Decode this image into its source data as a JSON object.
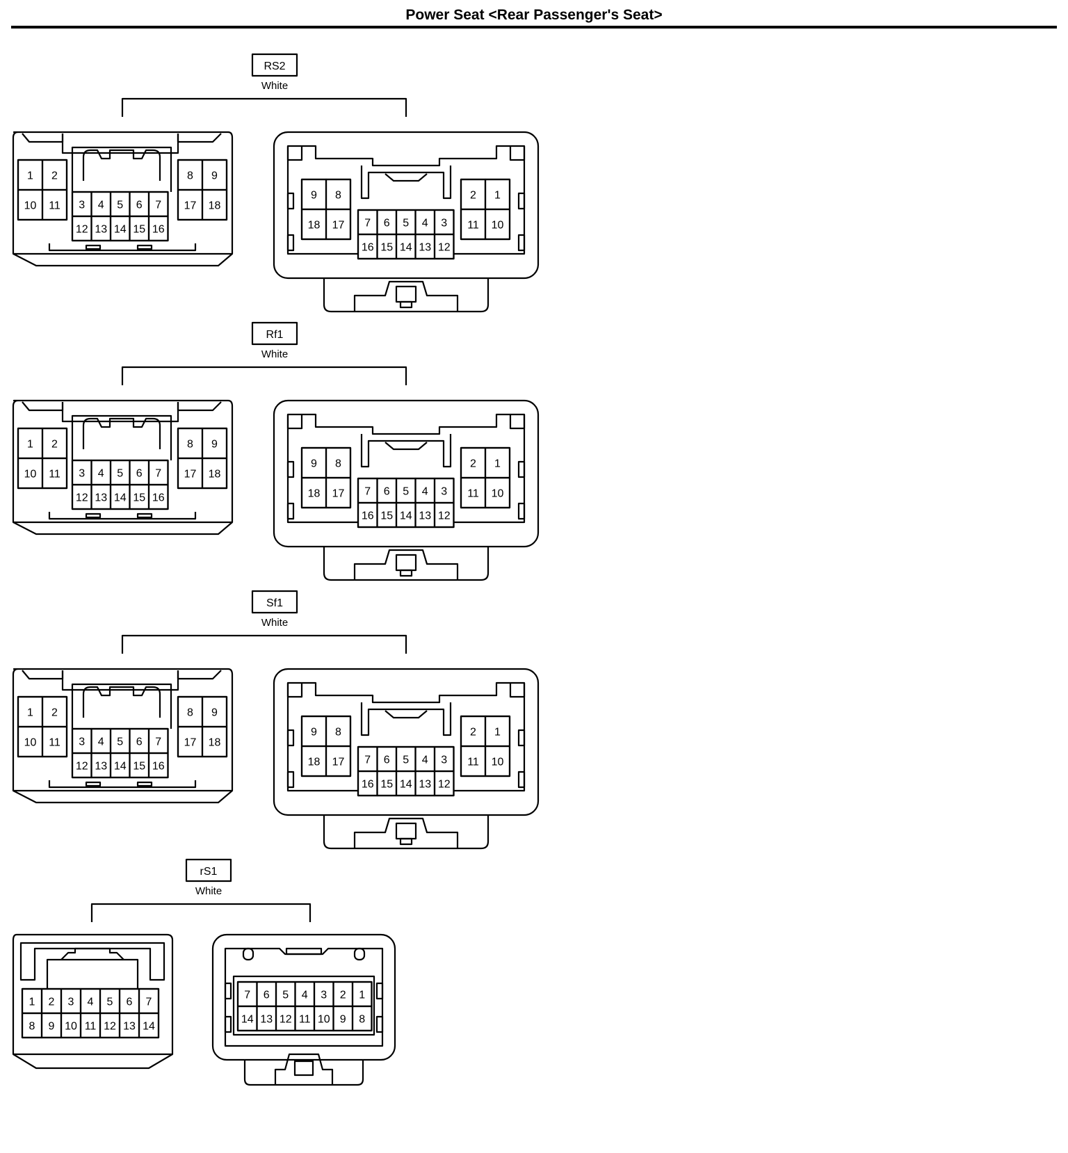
{
  "title": "Power Seat <Rear Passenger's Seat>",
  "connectors": [
    {
      "code": "RS2",
      "color": "White",
      "type": "18-pin"
    },
    {
      "code": "Rf1",
      "color": "White",
      "type": "18-pin"
    },
    {
      "code": "Sf1",
      "color": "White",
      "type": "18-pin"
    },
    {
      "code": "rS1",
      "color": "White",
      "type": "14-pin"
    }
  ],
  "pins18": {
    "male": {
      "left_block": [
        [
          "1",
          "2"
        ],
        [
          "10",
          "11"
        ]
      ],
      "center_block": [
        [
          "3",
          "4",
          "5",
          "6",
          "7"
        ],
        [
          "12",
          "13",
          "14",
          "15",
          "16"
        ]
      ],
      "right_block": [
        [
          "8",
          "9"
        ],
        [
          "17",
          "18"
        ]
      ]
    },
    "female": {
      "left_block": [
        [
          "9",
          "8"
        ],
        [
          "18",
          "17"
        ]
      ],
      "center_block": [
        [
          "7",
          "6",
          "5",
          "4",
          "3"
        ],
        [
          "16",
          "15",
          "14",
          "13",
          "12"
        ]
      ],
      "right_block": [
        [
          "2",
          "1"
        ],
        [
          "11",
          "10"
        ]
      ]
    }
  },
  "pins14": {
    "male": [
      [
        "1",
        "2",
        "3",
        "4",
        "5",
        "6",
        "7"
      ],
      [
        "8",
        "9",
        "10",
        "11",
        "12",
        "13",
        "14"
      ]
    ],
    "female": [
      [
        "7",
        "6",
        "5",
        "4",
        "3",
        "2",
        "1"
      ],
      [
        "14",
        "13",
        "12",
        "11",
        "10",
        "9",
        "8"
      ]
    ]
  }
}
